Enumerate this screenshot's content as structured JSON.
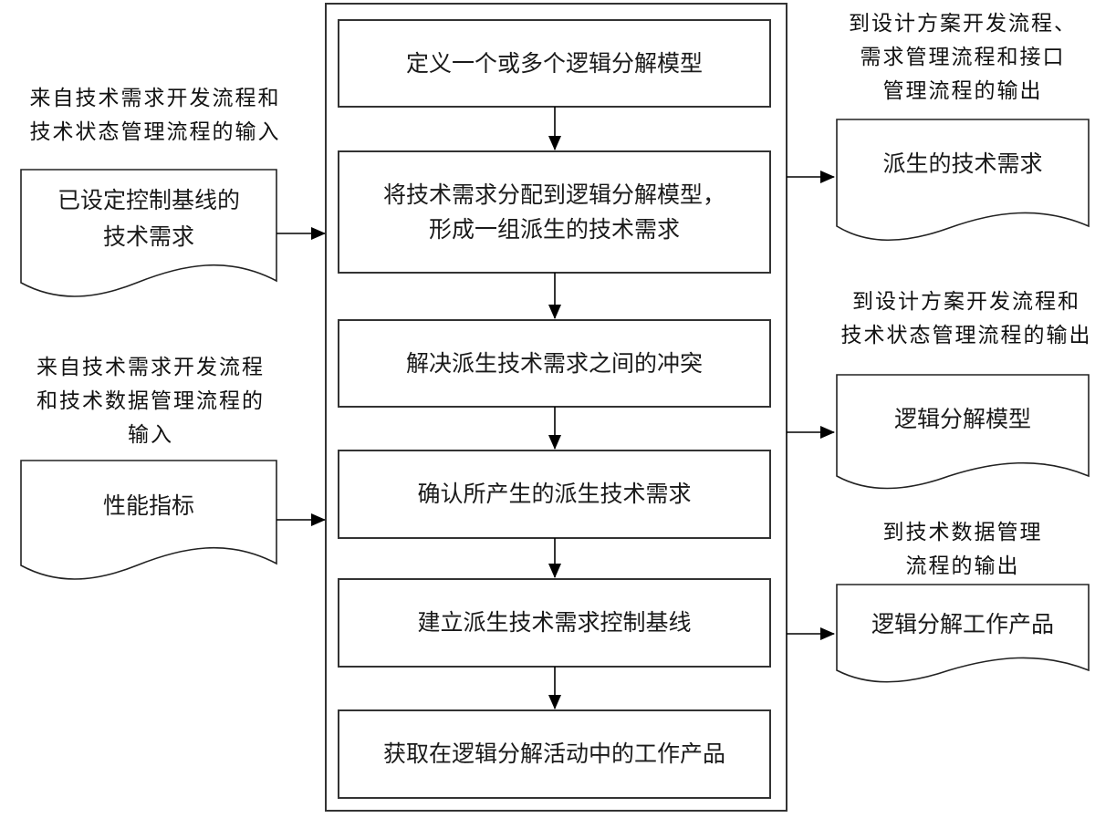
{
  "diagram": {
    "process_steps": [
      {
        "label": "定义一个或多个逻辑分解模型"
      },
      {
        "label": "将技术需求分配到逻辑分解模型，\n形成一组派生的技术需求"
      },
      {
        "label": "解决派生技术需求之间的冲突"
      },
      {
        "label": "确认所产生的派生技术需求"
      },
      {
        "label": "建立派生技术需求控制基线"
      },
      {
        "label": "获取在逻辑分解活动中的工作产品"
      }
    ],
    "inputs": [
      {
        "caption": "来自技术需求开发流程和\n技术状态管理流程的输入",
        "document": "已设定控制基线的\n技术需求"
      },
      {
        "caption": "来自技术需求开发流程\n和技术数据管理流程的\n输入",
        "document": "性能指标"
      }
    ],
    "outputs": [
      {
        "caption": "到设计方案开发流程、\n需求管理流程和接口\n管理流程的输出",
        "document": "派生的技术需求"
      },
      {
        "caption": "到设计方案开发流程和\n技术状态管理流程的输出",
        "document": "逻辑分解模型"
      },
      {
        "caption": "到技术数据管理\n流程的输出",
        "document": "逻辑分解工作产品"
      }
    ],
    "colors": {
      "stroke": "#333333",
      "arrow": "#000000",
      "text": "#1a1a1a",
      "background": "#ffffff"
    }
  }
}
